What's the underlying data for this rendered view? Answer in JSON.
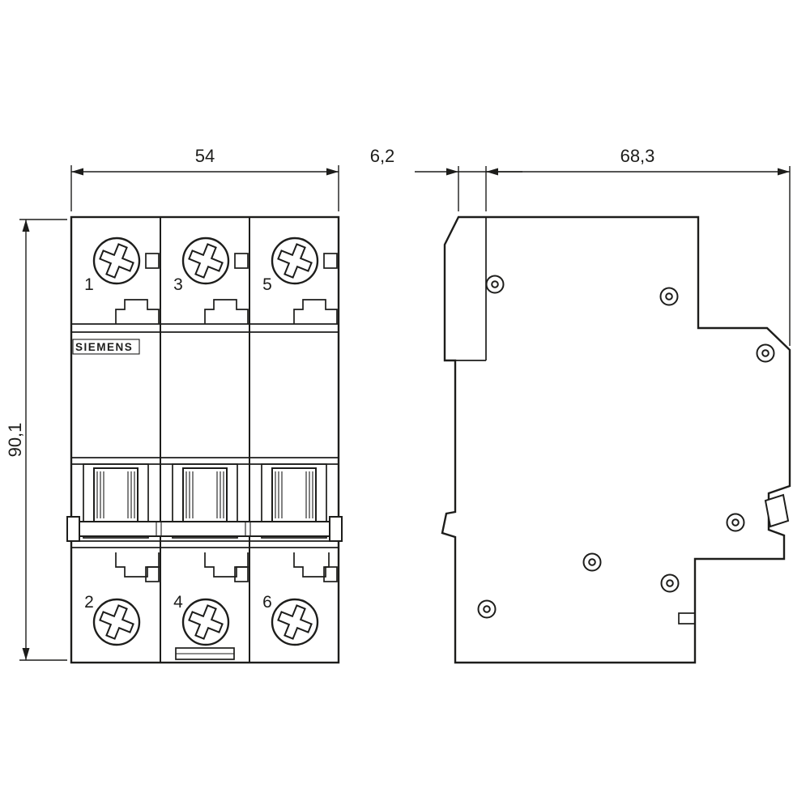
{
  "drawing": {
    "brand": "SIEMENS",
    "dimensions": {
      "width": "54",
      "height": "90,1",
      "clip_depth": "6,2",
      "body_depth": "68,3"
    },
    "terminals": {
      "top": [
        "1",
        "3",
        "5"
      ],
      "bottom": [
        "2",
        "4",
        "6"
      ]
    },
    "colors": {
      "line": "#1d1d1b",
      "background": "#ffffff"
    }
  }
}
